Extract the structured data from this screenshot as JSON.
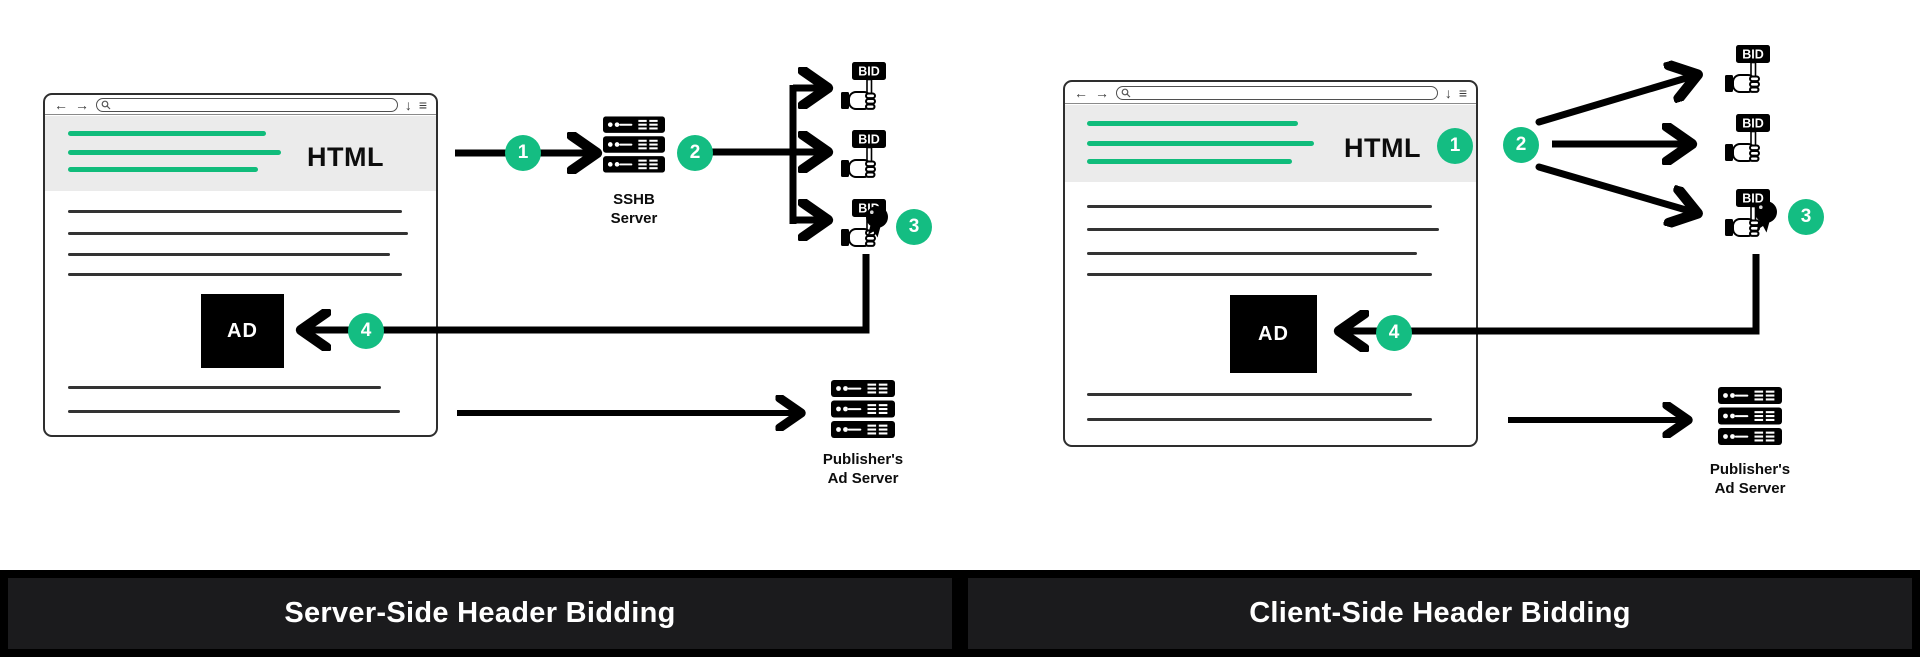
{
  "colors": {
    "green": "#14bd82",
    "line-green": "#10bc7b",
    "header-bg": "#ebebeb",
    "bar-bg": "#1b1b1d",
    "medal-gold": "#f6c74b",
    "medal-star": "#daa428",
    "ribbon-red": "#e2523d"
  },
  "chrome": {
    "back": "←",
    "forward": "→",
    "download": "↓",
    "menu": "≡"
  },
  "left": {
    "title": "Server-Side Header Bidding",
    "browser": {
      "html_label": "HTML",
      "ad_label": "AD"
    },
    "badges": {
      "b1": "1",
      "b2": "2",
      "b3": "3",
      "b4": "4"
    },
    "bid_label": "BID",
    "server": {
      "line1": "SSHB",
      "line2": "Server"
    },
    "publisher": {
      "line1": "Publisher's",
      "line2": "Ad Server"
    }
  },
  "right": {
    "title": "Client-Side Header Bidding",
    "browser": {
      "html_label": "HTML",
      "ad_label": "AD"
    },
    "badges": {
      "b1": "1",
      "b2": "2",
      "b3": "3",
      "b4": "4"
    },
    "bid_label": "BID",
    "publisher": {
      "line1": "Publisher's",
      "line2": "Ad Server"
    }
  }
}
